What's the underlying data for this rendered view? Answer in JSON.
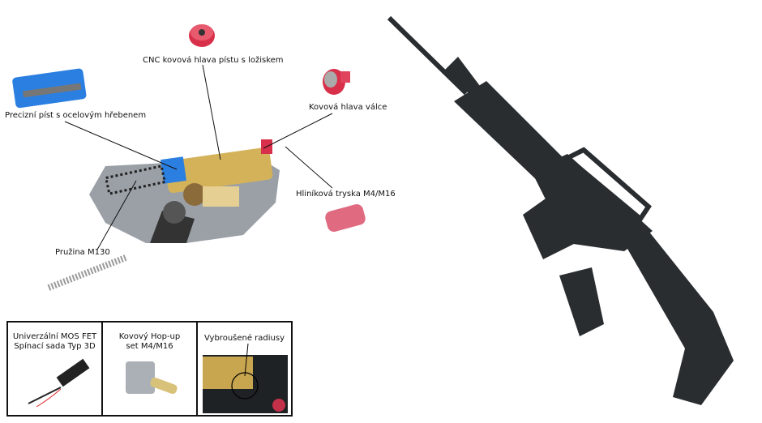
{
  "callouts": {
    "piston_head": "CNC kovová hlava pístu s ložiskem",
    "piston": "Precizní píst s ocelovým hřebenem",
    "cylinder_head": "Kovová hlava válce",
    "nozzle": "Hliníková tryska M4/M16",
    "spring": "Pružina M130"
  },
  "boxes": [
    {
      "line1": "Univerzální MOS FET",
      "line2": "Spínací sada Typ 3D"
    },
    {
      "line1": "Kovový Hop-up",
      "line2": "set M4/M16"
    },
    {
      "line1": "Vybroušené radiusy",
      "line2": ""
    }
  ],
  "colors": {
    "red": "#d8304a",
    "blue": "#2a7fe0",
    "brass": "#d4b25a",
    "rifle": "#2a2d30"
  }
}
